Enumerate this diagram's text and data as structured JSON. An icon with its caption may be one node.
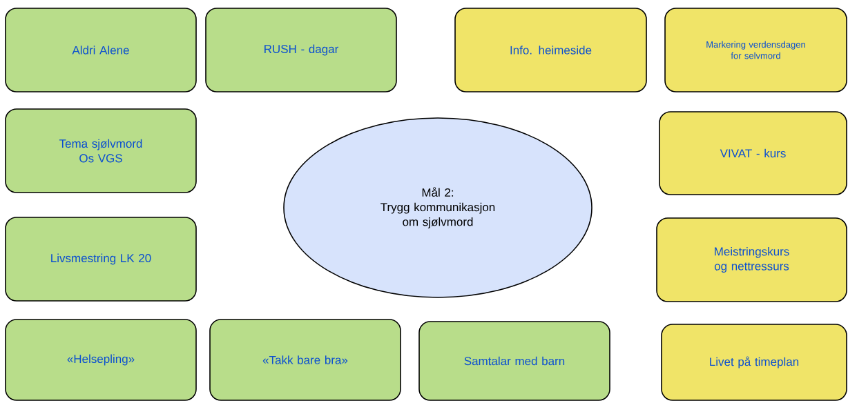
{
  "diagram": {
    "nodes": [
      {
        "text": [
          "Aldri Alene"
        ]
      },
      {
        "text": [
          "RUSH - dagar"
        ]
      },
      {
        "text": [
          "Info. heimeside"
        ]
      },
      {
        "text": [
          "Markering verdensdagen for selvmord"
        ]
      },
      {
        "text": [
          "Tema sjølvmord Os VGS"
        ]
      },
      {
        "text": [
          "Mål 2:",
          "Trygg kommunikasjon om sjølvmord"
        ]
      },
      {
        "text": [
          "VIVAT - kurs"
        ]
      },
      {
        "text": [
          "Livsmestring LK 20"
        ]
      },
      {
        "text": [
          "Meistringskurs og nettressurs"
        ]
      },
      {
        "text": [
          "«Helsepling»"
        ]
      },
      {
        "text": [
          "«Takk bare bra»"
        ]
      },
      {
        "text": [
          "Samtalar med barn"
        ]
      },
      {
        "text": [
          "Livet på timeplan"
        ]
      }
    ]
  }
}
